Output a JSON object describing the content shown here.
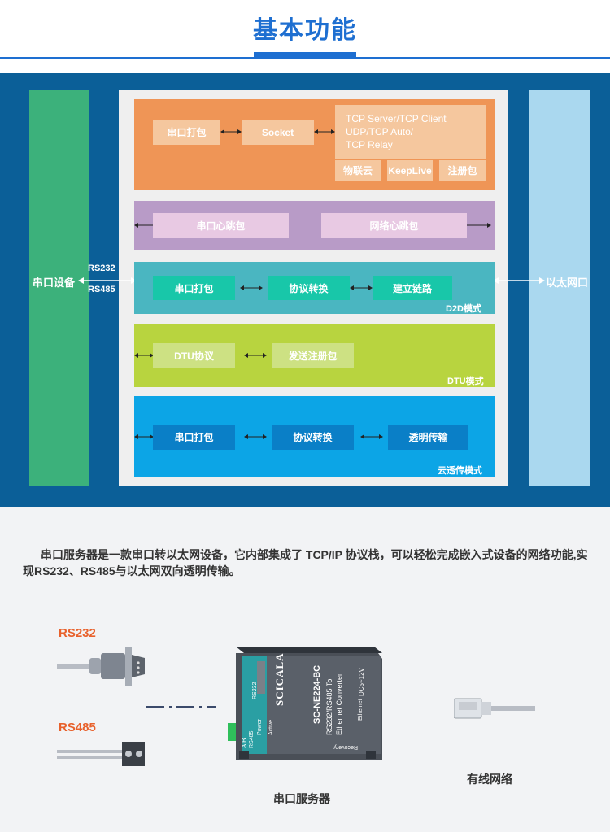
{
  "header": {
    "title": "基本功能"
  },
  "left_device": {
    "label": "串口设备",
    "rs232": "RS232",
    "rs485": "RS485"
  },
  "right_device": {
    "label": "以太网口"
  },
  "band_socket": {
    "box1": "串口打包",
    "box2": "Socket",
    "modes": [
      "TCP Server/TCP Client",
      "UDP/TCP Auto/",
      "TCP Relay"
    ],
    "chips": [
      "物联云",
      "KeepLive",
      "注册包"
    ]
  },
  "band_heartbeat": {
    "box1": "串口心跳包",
    "box2": "网络心跳包"
  },
  "band_d2d": {
    "box1": "串口打包",
    "box2": "协议转换",
    "box3": "建立链路",
    "mode": "D2D模式"
  },
  "band_dtu": {
    "box1": "DTU协议",
    "box2": "发送注册包",
    "mode": "DTU模式"
  },
  "band_cloud": {
    "box1": "串口打包",
    "box2": "协议转换",
    "box3": "透明传输",
    "mode": "云透传模式"
  },
  "description": "串口服务器是一款串口转以太网设备，它内部集成了 TCP/IP 协议栈，可以轻松完成嵌入式设备的网络功能,实现RS232、RS485与以太网双向透明传输。",
  "illustration": {
    "rs232": "RS232",
    "rs485": "RS485",
    "device_caption": "串口服务器",
    "network_caption": "有线网络",
    "device_brand": "SCICALA",
    "device_model": "SC-NE224-BC",
    "device_desc1": "RS232/RS485 To",
    "device_desc2": "Ethernet Converter",
    "device_power": "DC5~12V",
    "device_port_rs232": "RS232",
    "device_port_eth": "Ethernet",
    "device_recovery": "Recovery",
    "device_ab": "A B",
    "device_rs485": "RS485",
    "device_led_power": "Power",
    "device_led_active": "Active"
  },
  "colors": {
    "blue": "#1e6fd1",
    "bg_dark": "#0b5f98",
    "serial": "#3cb17b",
    "ethernet": "#aad8ef",
    "orange": "#ef9556",
    "purple": "#b89bc7",
    "teal": "#4ab6c1",
    "lime": "#b8d43f",
    "cyan": "#0ca5e6"
  }
}
